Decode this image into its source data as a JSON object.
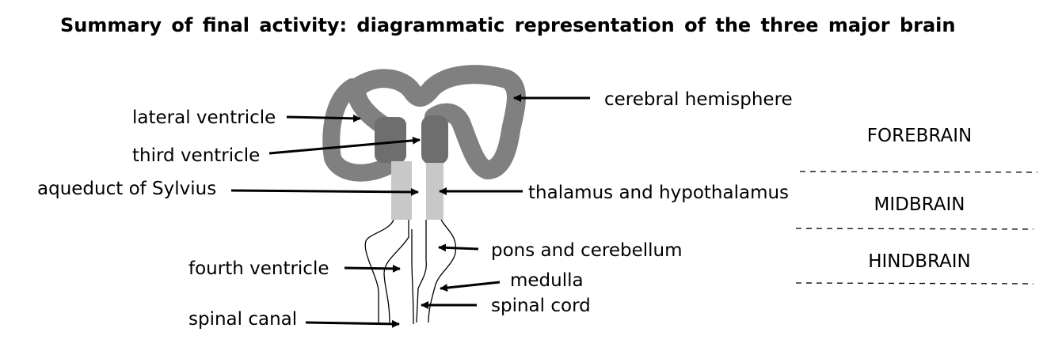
{
  "title": "Summary of final activity: diagrammatic representation of the three major brain",
  "labels": {
    "lateral_ventricle": "lateral ventricle",
    "third_ventricle": "third ventricle",
    "aqueduct": "aqueduct of Sylvius",
    "fourth_ventricle": "fourth ventricle",
    "spinal_canal": "spinal canal",
    "cerebral_hemisphere": "cerebral hemisphere",
    "thalamus": "thalamus and hypothalamus",
    "pons": "pons and cerebellum",
    "medulla": "medulla",
    "spinal_cord": "spinal cord"
  },
  "regions": {
    "forebrain": "FOREBRAIN",
    "midbrain": "MIDBRAIN",
    "hindbrain": "HINDBRAIN"
  },
  "colors": {
    "hemisphere": "#808080",
    "thalamus": "#6e6e6e",
    "midbrain": "#c8c8c8",
    "outline": "#000000"
  }
}
